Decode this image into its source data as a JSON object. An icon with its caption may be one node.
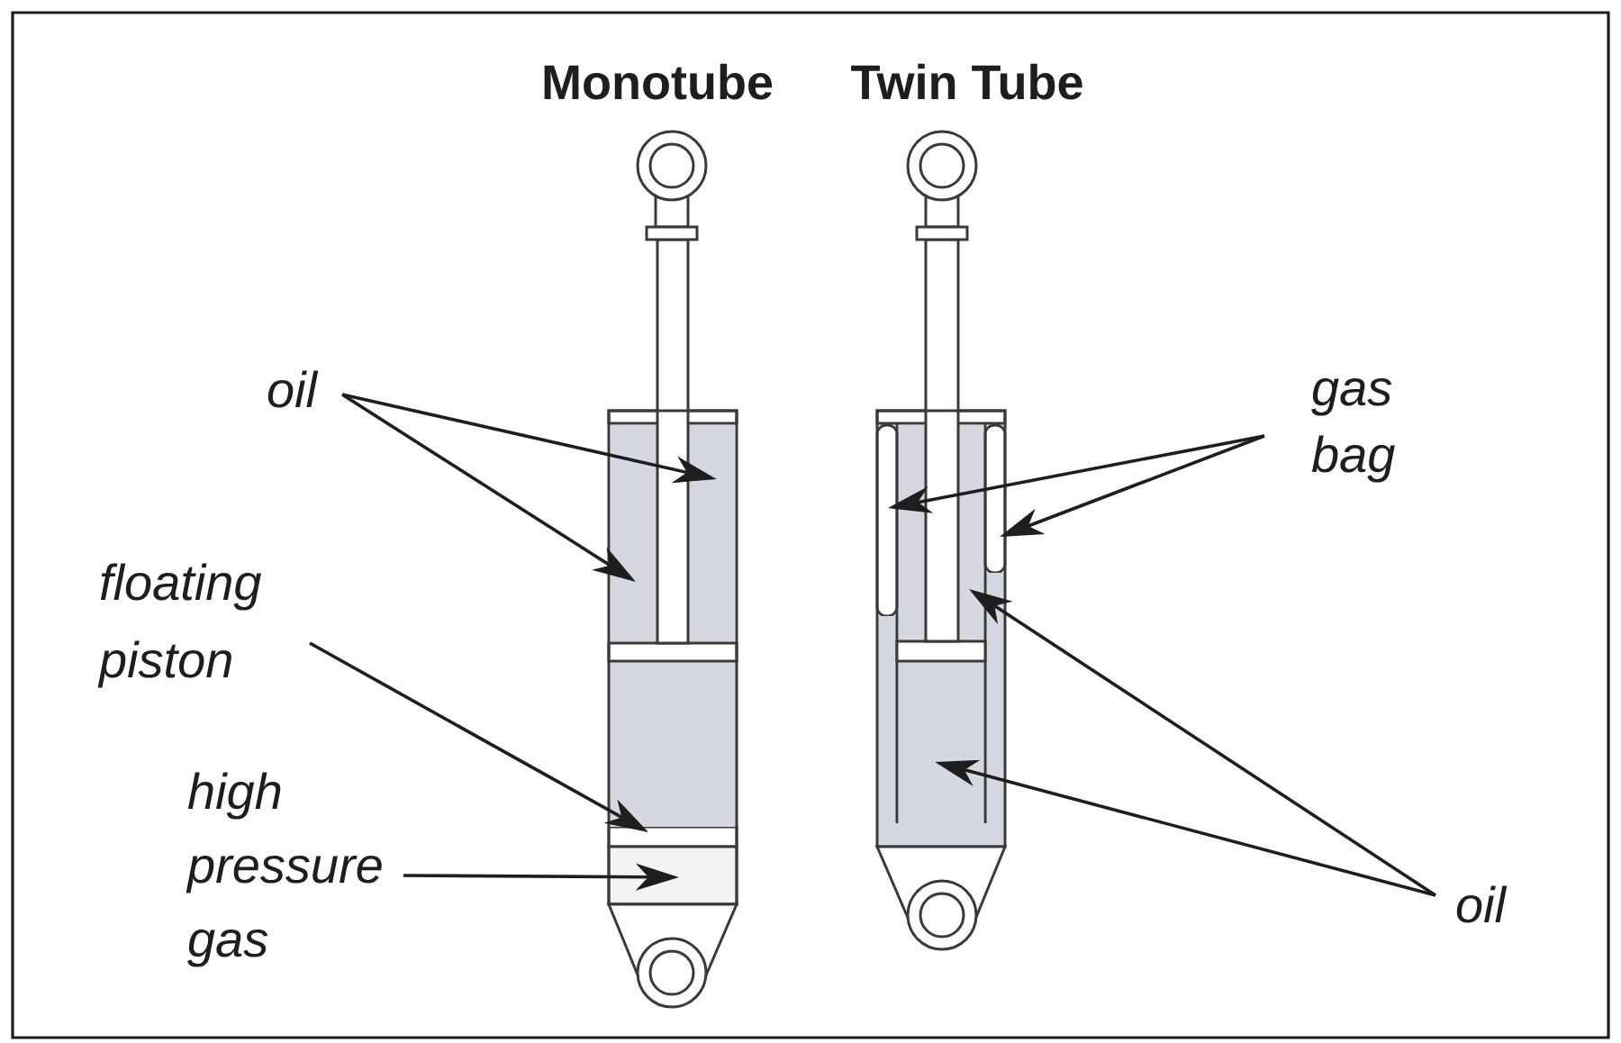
{
  "diagram": {
    "nodes": [
      {
        "text": [
          "oil"
        ]
      },
      {
        "text": [
          "gas bag"
        ]
      },
      {
        "text": [
          "floating piston"
        ]
      },
      {
        "text": [
          "high pressure gas"
        ]
      },
      {
        "text": [
          "oil"
        ]
      },
      {
        "text": [],
        "shape": "box"
      },
      {
        "text": [],
        "shape": "box"
      },
      {
        "text": [],
        "shape": "box"
      },
      {
        "text": [],
        "shape": "bar"
      },
      {
        "text": [],
        "shape": "bar"
      },
      {
        "text": [],
        "shape": "box"
      },
      {
        "text": [],
        "shape": "box"
      }
    ],
    "edges": [
      {
        "from": 0,
        "to": 5,
        "arrow": "to"
      },
      {
        "from": 0,
        "to": 5,
        "arrow": "to"
      },
      {
        "from": 1,
        "to": 8,
        "arrow": "to"
      },
      {
        "from": 1,
        "to": 9,
        "arrow": "to"
      },
      {
        "from": 2,
        "to": 6,
        "arrow": "to"
      },
      {
        "from": 3,
        "to": 7,
        "arrow": "to"
      },
      {
        "from": 4,
        "to": 10,
        "arrow": "to"
      },
      {
        "from": 4,
        "to": 11,
        "arrow": "to"
      }
    ],
    "labels": [
      "Monotube",
      "Twin Tube"
    ]
  }
}
